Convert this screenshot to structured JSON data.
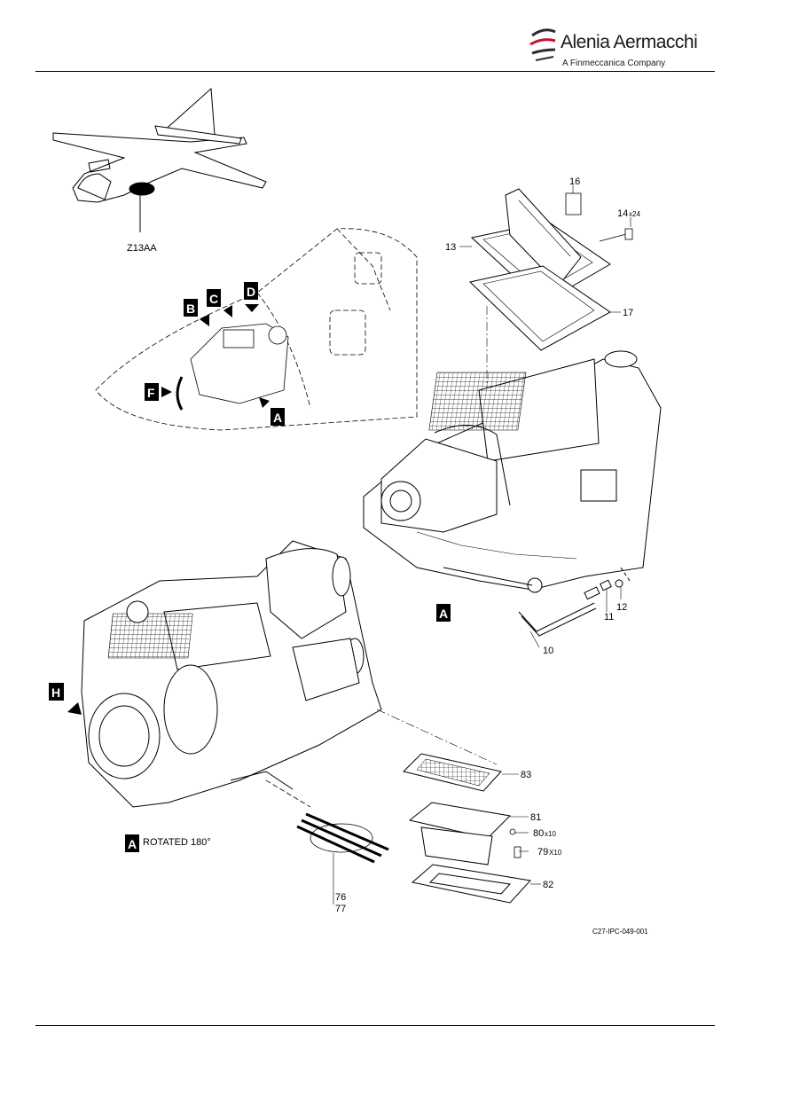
{
  "header": {
    "brand_name": "Alenia Aermacchi",
    "brand_tagline": "A Finmeccanica Company"
  },
  "diagram": {
    "location_code": "Z13AA",
    "view_flags": [
      "B",
      "C",
      "D",
      "F",
      "A",
      "A",
      "A",
      "H"
    ],
    "callouts": {
      "c16": "16",
      "c14": "14",
      "c14q": "x24",
      "c13": "13",
      "c17": "17",
      "c10": "10",
      "c11": "11",
      "c12": "12",
      "c83": "83",
      "c81": "81",
      "c80": "80",
      "c80q": "x10",
      "c79": "79",
      "c79q": "X10",
      "c82": "82",
      "c76": "76",
      "c77": "77"
    },
    "rotated_label": "ROTATED 180°",
    "figure_id": "C27-IPC-049-001"
  }
}
